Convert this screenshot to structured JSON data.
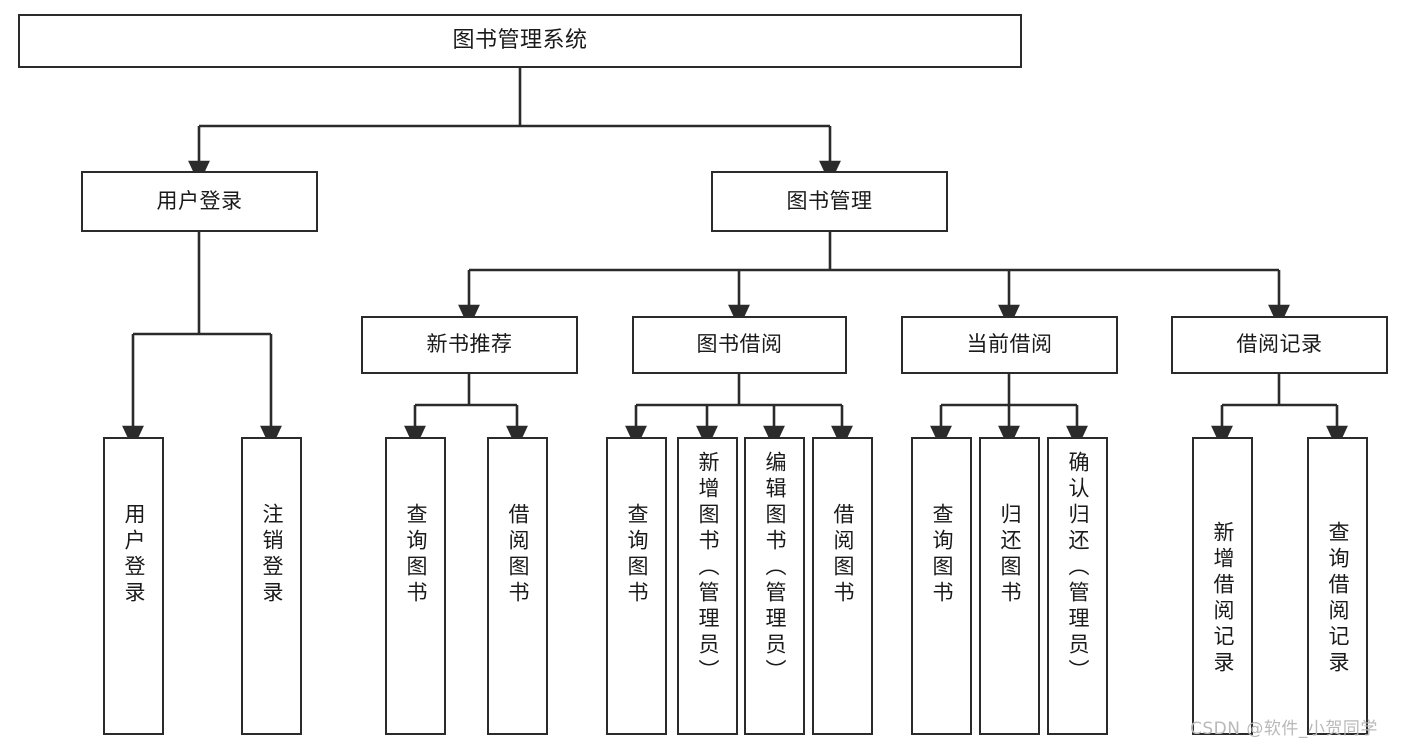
{
  "diagram": {
    "type": "tree-hierarchy",
    "title": "图书管理系统",
    "watermark": "CSDN @软件_小贺同学",
    "colors": {
      "box_border": "#2b2b2b",
      "box_fill": "#ffffff",
      "edge": "#2b2b2b",
      "text": "#1a1a1a",
      "watermark": "#b9b9b9",
      "background": "#ffffff"
    },
    "nodes": {
      "root": {
        "label": "图书管理系统"
      },
      "level2": [
        {
          "id": "user-login",
          "label": "用户登录"
        },
        {
          "id": "book-manage",
          "label": "图书管理"
        }
      ],
      "level3": [
        {
          "id": "new-book-rec",
          "label": "新书推荐"
        },
        {
          "id": "book-borrow",
          "label": "图书借阅"
        },
        {
          "id": "current-borrow",
          "label": "当前借阅"
        },
        {
          "id": "borrow-record",
          "label": "借阅记录"
        }
      ],
      "leaves": {
        "user-login": [
          {
            "id": "leaf-user-login",
            "label": "用户登录"
          },
          {
            "id": "leaf-logout-login",
            "label": "注销登录"
          }
        ],
        "new-book-rec": [
          {
            "id": "leaf-query-book-1",
            "label": "查询图书"
          },
          {
            "id": "leaf-borrow-book-1",
            "label": "借阅图书"
          }
        ],
        "book-borrow": [
          {
            "id": "leaf-query-book-2",
            "label": "查询图书"
          },
          {
            "id": "leaf-add-book-admin",
            "label": "新增图书（管理员）"
          },
          {
            "id": "leaf-edit-book-admin",
            "label": "编辑图书（管理员）"
          },
          {
            "id": "leaf-borrow-book-2",
            "label": "借阅图书"
          }
        ],
        "current-borrow": [
          {
            "id": "leaf-query-book-3",
            "label": "查询图书"
          },
          {
            "id": "leaf-return-book",
            "label": "归还图书"
          },
          {
            "id": "leaf-confirm-return-admin",
            "label": "确认归还（管理员）"
          }
        ],
        "borrow-record": [
          {
            "id": "leaf-add-borrow-record",
            "label": "新增借阅记录"
          },
          {
            "id": "leaf-query-borrow-record",
            "label": "查询借阅记录"
          }
        ]
      }
    }
  }
}
